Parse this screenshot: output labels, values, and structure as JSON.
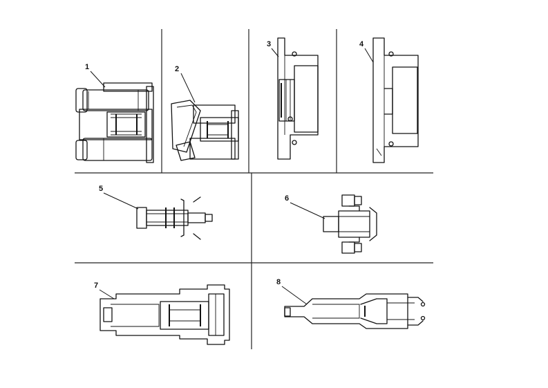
{
  "figure": {
    "callouts": [
      {
        "id": "callout-1",
        "label": "1"
      },
      {
        "id": "callout-2",
        "label": "2"
      },
      {
        "id": "callout-3",
        "label": "3"
      },
      {
        "id": "callout-4",
        "label": "4"
      },
      {
        "id": "callout-5",
        "label": "5"
      },
      {
        "id": "callout-6",
        "label": "6"
      },
      {
        "id": "callout-7",
        "label": "7"
      },
      {
        "id": "callout-8",
        "label": "8"
      }
    ],
    "colors": {
      "ink": "#111111",
      "background": "#ffffff"
    }
  }
}
